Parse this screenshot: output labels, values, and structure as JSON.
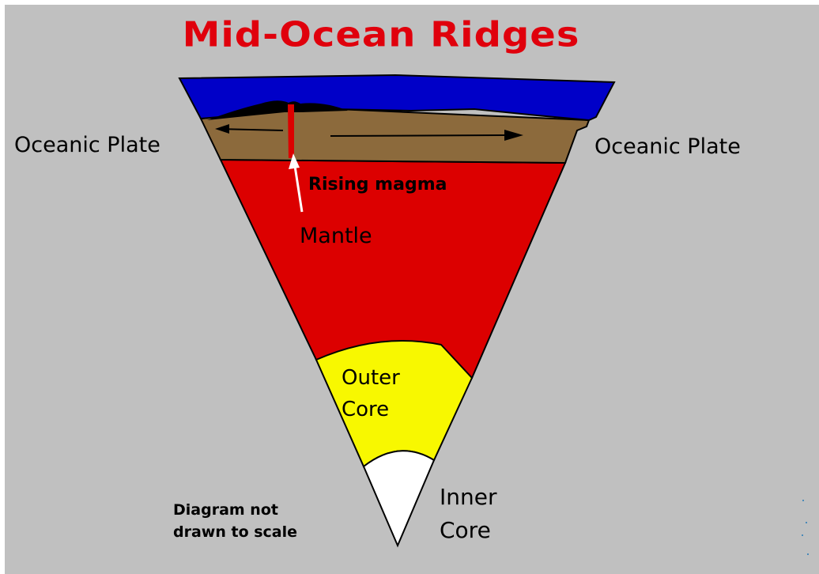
{
  "title": "Mid-Ocean Ridges",
  "labels": {
    "plate_left": "Oceanic Plate",
    "plate_right": "Oceanic Plate",
    "rising_magma": "Rising magma",
    "mantle": "Mantle",
    "outer_core_line1": "Outer",
    "outer_core_line2": "Core",
    "inner_core_line1": "Inner",
    "inner_core_line2": "Core",
    "note_line1": "Diagram not",
    "note_line2": "drawn to scale"
  },
  "colors": {
    "background": "#c0c0c0",
    "title": "#e0000c",
    "ocean": "#0000c8",
    "plate": "#8c6a3c",
    "mantle": "#dc0000",
    "outer_core": "#f8f800",
    "inner_core": "#ffffff",
    "ridge": "#000000"
  }
}
